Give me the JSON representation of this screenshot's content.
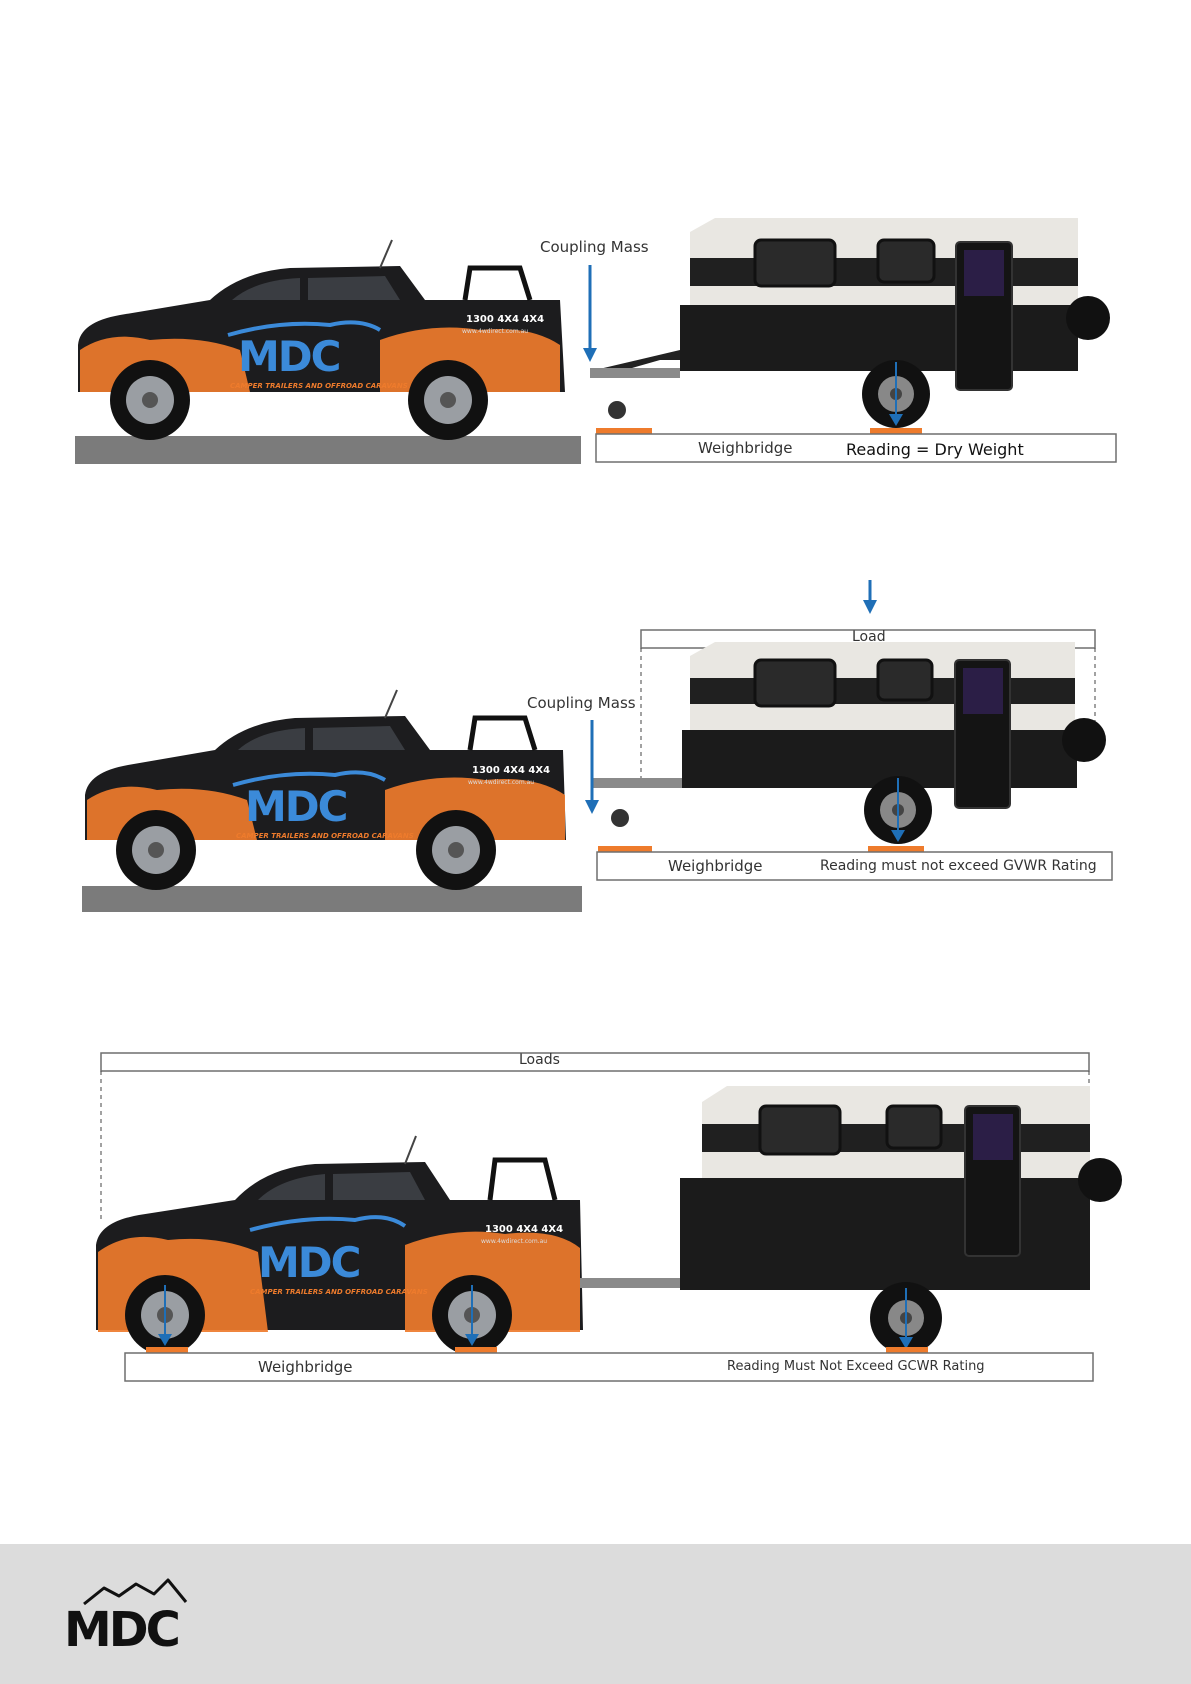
{
  "scenes": [
    {
      "coupling_label": "Coupling Mass",
      "weighbridge_label": "Weighbridge",
      "reading_label": "Reading = Dry Weight",
      "vehicle": {
        "phone": "1300 4X4 4X4",
        "website": "www.4wdirect.com.au",
        "brand": "MDC",
        "tagline": "CAMPER TRAILERS AND OFFROAD CARAVANS"
      }
    },
    {
      "load_label": "Load",
      "coupling_label": "Coupling Mass",
      "weighbridge_label": "Weighbridge",
      "reading_label": "Reading must not exceed GVWR  Rating",
      "vehicle": {
        "phone": "1300 4X4 4X4",
        "website": "www.4wdirect.com.au",
        "brand": "MDC",
        "tagline": "CAMPER TRAILERS AND OFFROAD CARAVANS"
      }
    },
    {
      "load_label": "Loads",
      "weighbridge_label": "Weighbridge",
      "reading_label": "Reading Must Not Exceed GCWR Rating",
      "vehicle": {
        "phone": "1300 4X4 4X4",
        "website": "www.4wdirect.com.au",
        "brand": "MDC",
        "tagline": "CAMPER TRAILERS AND OFFROAD CARAVANS"
      }
    }
  ],
  "footer": {
    "logo_text": "MDC"
  },
  "colors": {
    "arrow": "#1f6fb7",
    "pad": "#ee7b2c",
    "truck_body": "#1c1c1e",
    "truck_splash": "#ee7b2c",
    "truck_logo": "#3b8ad9",
    "caravan_top": "#e9e7e2",
    "caravan_body": "#1b1b1b",
    "road": "#7b7b7b",
    "footer_bg": "#dcdcdc"
  }
}
